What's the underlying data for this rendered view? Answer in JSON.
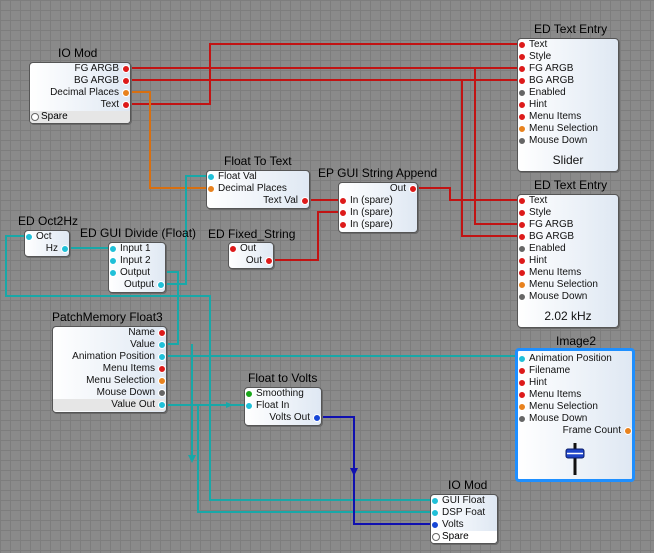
{
  "colors": {
    "red": "#dd1a1a",
    "cyan": "#20c0d8",
    "orange": "#e8821e",
    "grey": "#666666",
    "white": "#ffffff",
    "blue": "#1646d6",
    "green": "#1aa51a",
    "wire_red": "#c21313",
    "wire_teal": "#18a8a8",
    "wire_orange": "#d86f10",
    "wire_blue": "#1010b0"
  },
  "modules": {
    "io_mod_top": {
      "title": "IO Mod",
      "ports": [
        "FG ARGB",
        "BG ARGB",
        "Decimal Places",
        "Text"
      ],
      "spare": "Spare"
    },
    "ed_text_entry_1": {
      "title": "ED Text Entry",
      "ports": [
        "Text",
        "Style",
        "FG ARGB",
        "BG ARGB",
        "Enabled",
        "Hint",
        "Menu Items",
        "Menu Selection",
        "Mouse Down"
      ],
      "display": "Slider"
    },
    "ed_text_entry_2": {
      "title": "ED Text Entry",
      "ports": [
        "Text",
        "Style",
        "FG ARGB",
        "BG ARGB",
        "Enabled",
        "Hint",
        "Menu Items",
        "Menu Selection",
        "Mouse Down"
      ],
      "display": "2.02 kHz"
    },
    "float_to_text": {
      "title": "Float To Text",
      "ports": [
        "Float Val",
        "Decimal Places",
        "Text Val"
      ]
    },
    "ep_gui_string_append": {
      "title": "EP GUI String Append",
      "ports": [
        "Out",
        "In (spare)",
        "In (spare)",
        "In (spare)"
      ]
    },
    "ed_fixed_string": {
      "title": "ED Fixed_String",
      "ports": [
        "Out",
        "Out"
      ]
    },
    "ed_oct2hz": {
      "title": "ED Oct2Hz",
      "ports": [
        "Oct",
        "Hz"
      ]
    },
    "ed_gui_divide": {
      "title": "ED GUI Divide (Float)",
      "ports": [
        "Input 1",
        "Input 2",
        "Output",
        "Output"
      ]
    },
    "patchmemory_float3": {
      "title": "PatchMemory Float3",
      "ports": [
        "Name",
        "Value",
        "Animation Position",
        "Menu Items",
        "Menu Selection",
        "Mouse Down",
        "Value Out"
      ]
    },
    "float_to_volts": {
      "title": "Float to Volts",
      "ports": [
        "Smoothing",
        "Float In",
        "Volts Out"
      ]
    },
    "image2": {
      "title": "Image2",
      "ports": [
        "Animation Position",
        "Filename",
        "Hint",
        "Menu Items",
        "Menu Selection",
        "Mouse Down",
        "Frame Count"
      ]
    },
    "io_mod_bottom": {
      "title": "IO Mod",
      "ports": [
        "GUI Float",
        "DSP Foat",
        "Volts"
      ],
      "spare": "Spare"
    }
  }
}
